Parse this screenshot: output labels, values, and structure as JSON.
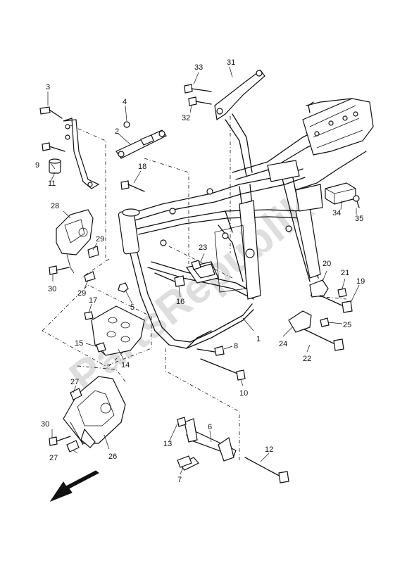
{
  "watermark": "PartsRepublik",
  "callouts": [
    {
      "id": "1",
      "text": "1"
    },
    {
      "id": "2",
      "text": "2"
    },
    {
      "id": "3",
      "text": "3"
    },
    {
      "id": "4",
      "text": "4"
    },
    {
      "id": "5",
      "text": "5"
    },
    {
      "id": "6",
      "text": "6"
    },
    {
      "id": "7",
      "text": "7"
    },
    {
      "id": "8",
      "text": "8"
    },
    {
      "id": "9",
      "text": "9"
    },
    {
      "id": "10",
      "text": "10"
    },
    {
      "id": "11",
      "text": "11"
    },
    {
      "id": "12",
      "text": "12"
    },
    {
      "id": "13",
      "text": "13"
    },
    {
      "id": "14",
      "text": "14"
    },
    {
      "id": "15",
      "text": "15"
    },
    {
      "id": "16",
      "text": "16"
    },
    {
      "id": "17",
      "text": "17"
    },
    {
      "id": "18",
      "text": "18"
    },
    {
      "id": "19",
      "text": "19"
    },
    {
      "id": "20",
      "text": "20"
    },
    {
      "id": "21",
      "text": "21"
    },
    {
      "id": "22",
      "text": "22"
    },
    {
      "id": "23",
      "text": "23"
    },
    {
      "id": "24",
      "text": "24"
    },
    {
      "id": "25",
      "text": "25"
    },
    {
      "id": "26",
      "text": "26"
    },
    {
      "id": "27",
      "text": "27"
    },
    {
      "id": "28",
      "text": "28"
    },
    {
      "id": "29",
      "text": "29"
    },
    {
      "id": "30",
      "text": "30"
    },
    {
      "id": "31",
      "text": "31"
    },
    {
      "id": "32",
      "text": "32"
    },
    {
      "id": "33",
      "text": "33"
    },
    {
      "id": "34",
      "text": "34"
    },
    {
      "id": "35",
      "text": "35"
    }
  ],
  "icons": {
    "front_arrow": "arrow-down-left-icon"
  }
}
